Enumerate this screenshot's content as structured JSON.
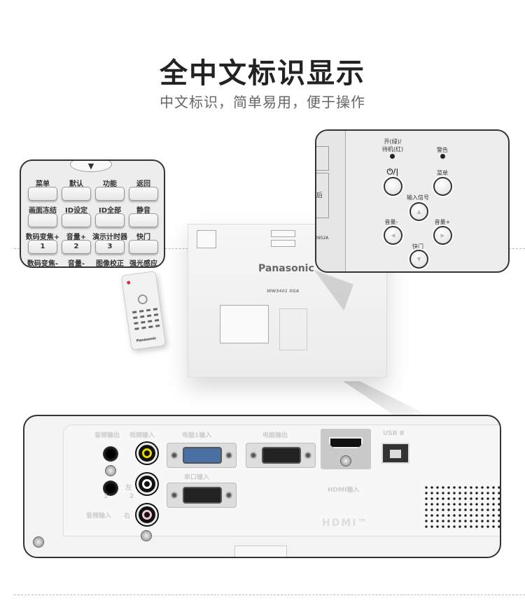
{
  "header": {
    "title": "全中文标识显示",
    "subtitle": "中文标识，简单易用，便于操作"
  },
  "projector": {
    "brand": "Panasonic",
    "model": "WW3401 XGA"
  },
  "remote": {
    "brand": "Panasonic",
    "callout_keys": [
      {
        "label": "菜单",
        "key": ""
      },
      {
        "label": "默认",
        "key": ""
      },
      {
        "label": "功能",
        "key": ""
      },
      {
        "label": "返回",
        "key": ""
      },
      {
        "label": "画面冻结",
        "key": ""
      },
      {
        "label": "ID设定",
        "key": ""
      },
      {
        "label": "ID全部",
        "key": ""
      },
      {
        "label": "静音",
        "key": ""
      },
      {
        "label": "数码变焦+",
        "key": "1"
      },
      {
        "label": "音量+",
        "key": "2"
      },
      {
        "label": "演示计时器",
        "key": "3"
      },
      {
        "label": "快门",
        "key": ""
      },
      {
        "label": "数码变焦-",
        "key": ""
      },
      {
        "label": "音量-",
        "key": ""
      },
      {
        "label": "图像校正",
        "key": ""
      },
      {
        "label": "强光感应",
        "key": ""
      }
    ],
    "top_arrow": "▼"
  },
  "control_panel": {
    "power_led": "开(绿)/\n待机(红)",
    "warning_led": "警告",
    "power": "⏻/|",
    "menu": "菜单",
    "input": "输入信号",
    "vol_down": "音量-",
    "vol_up": "音量+",
    "shutter": "快门",
    "side_text": "后",
    "side_code": "0952A"
  },
  "ports": {
    "audio_out": "音频输出",
    "video_in": "视频输入",
    "computer1_in": "电脑1输入",
    "computer_out": "电脑输出",
    "serial_in": "串口输入",
    "hdmi_in": "HDMI输入",
    "usb_b": "USB B",
    "audio_in": "音频输入",
    "left": "左",
    "right": "右",
    "one": "1",
    "two": "2",
    "hdmi_logo": "HDMI™"
  }
}
